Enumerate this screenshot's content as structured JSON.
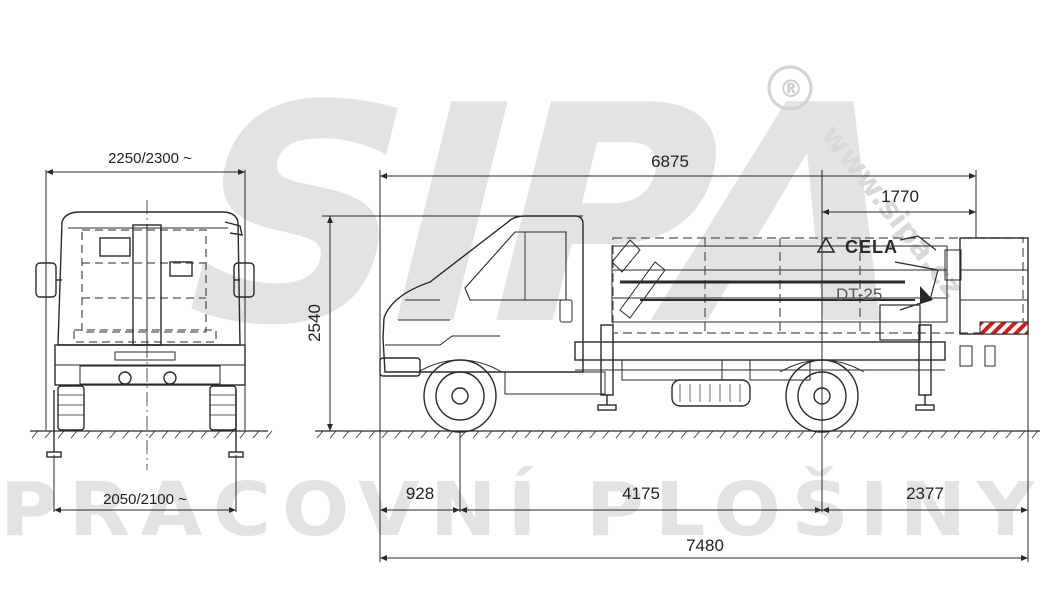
{
  "watermark": {
    "logo_text": "SIPA",
    "registered_mark": "®",
    "website": "www.sipa.cz",
    "tagline": "PRACOVNÍ PLOŠINY",
    "color": "#e3e3e3"
  },
  "platform": {
    "brand_badge": "CELA",
    "model": "DT-25"
  },
  "dimensions": {
    "front_top_width": "2250/2300 ~",
    "front_bottom_width": "2050/2100 ~",
    "overall_height": "2540",
    "top_overall_length": "6875",
    "boom_overhang": "1770",
    "front_overhang": "928",
    "wheelbase": "4175",
    "rear_overhang": "2377",
    "total_length": "7480"
  },
  "colors": {
    "line": "#2a2a2a",
    "dashed": "#555555",
    "watermark": "#e3e3e3",
    "hatch": "#c81e1e"
  }
}
